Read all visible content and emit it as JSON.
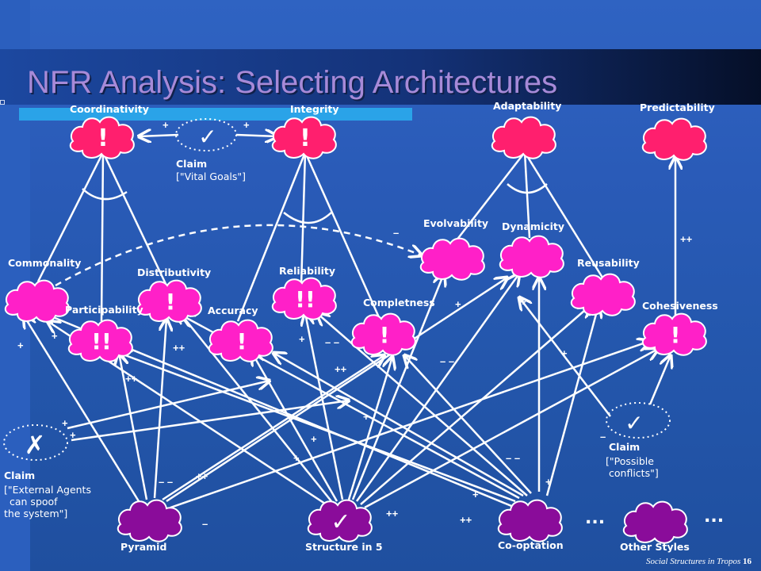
{
  "title": "NFR Analysis: Selecting Architectures",
  "footer": {
    "text": "Social Structures in Tropos",
    "page": "16"
  },
  "colors": {
    "softgoal_top": "#ff1f6e",
    "softgoal_mid": "#ff20c8",
    "softgoal_bottom": "#8a0c9a",
    "line": "#ffffff",
    "title": "#a78ad8"
  },
  "nodes": {
    "coordinativity": {
      "label": "Coordinativity",
      "mark": "!"
    },
    "integrity": {
      "label": "Integrity",
      "mark": "!"
    },
    "adaptability": {
      "label": "Adaptability",
      "mark": ""
    },
    "predictability": {
      "label": "Predictability",
      "mark": ""
    },
    "evolvability": {
      "label": "Evolvability",
      "mark": ""
    },
    "dynamicity": {
      "label": "Dynamicity",
      "mark": ""
    },
    "reusability": {
      "label": "Reusability",
      "mark": ""
    },
    "commonality": {
      "label": "Commonality",
      "mark": ""
    },
    "participability": {
      "label": "Participability",
      "mark": "!!"
    },
    "distributivity": {
      "label": "Distributivity",
      "mark": "!"
    },
    "accuracy": {
      "label": "Accuracy",
      "mark": "!"
    },
    "reliability": {
      "label": "Reliability",
      "mark": "!!"
    },
    "completness": {
      "label": "Completness",
      "mark": "!"
    },
    "cohesiveness": {
      "label": "Cohesiveness",
      "mark": "!"
    },
    "pyramid": {
      "label": "Pyramid",
      "mark": ""
    },
    "structure_in_5": {
      "label": "Structure in 5",
      "mark": "✓"
    },
    "co_optation": {
      "label": "Co-optation",
      "mark": ""
    },
    "other_styles": {
      "label": "Other Styles",
      "mark": ""
    }
  },
  "claims": {
    "vital": {
      "label": "Claim",
      "text": "[\"Vital Goals\"]",
      "mark": "✓"
    },
    "external": {
      "label": "Claim",
      "line1": "[\"External Agents",
      "line2": "can spoof",
      "line3": "the system\"]",
      "mark": "✗"
    },
    "conflicts": {
      "label": "Claim",
      "line1": "[\"Possible",
      "line2": "conflicts\"]",
      "mark": "✓"
    }
  },
  "ellipsis": "...",
  "edge_labels": {
    "plus": "+",
    "plusplus": "++",
    "minus": "–",
    "minusminus": "– –"
  }
}
